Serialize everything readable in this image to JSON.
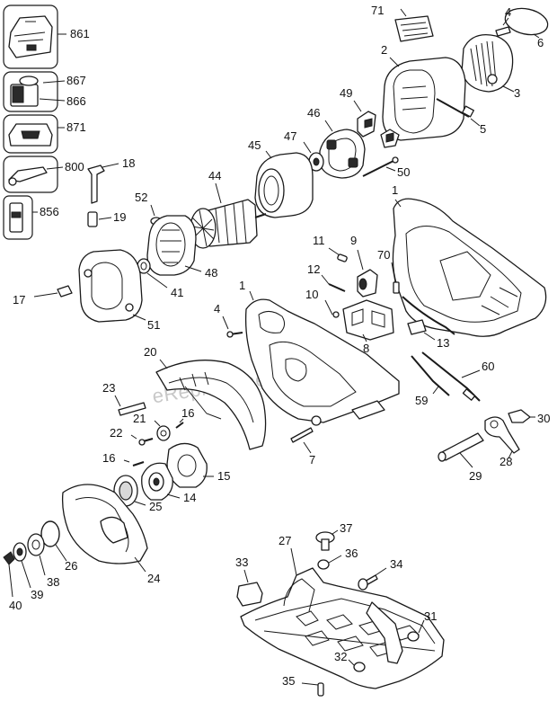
{
  "watermark": "eReplacementParts.com",
  "labels": {
    "p1a": "1",
    "p1b": "1",
    "p2": "2",
    "p3": "3",
    "p4a": "4",
    "p4b": "4",
    "p5": "5",
    "p6": "6",
    "p7": "7",
    "p8": "8",
    "p9": "9",
    "p10": "10",
    "p11": "11",
    "p12": "12",
    "p13": "13",
    "p14": "14",
    "p15": "15",
    "p16a": "16",
    "p16b": "16",
    "p17": "17",
    "p18": "18",
    "p19": "19",
    "p20": "20",
    "p21": "21",
    "p22": "22",
    "p23": "23",
    "p24": "24",
    "p25": "25",
    "p26": "26",
    "p27": "27",
    "p28": "28",
    "p29": "29",
    "p30": "30",
    "p31": "31",
    "p32": "32",
    "p33": "33",
    "p34": "34",
    "p35": "35",
    "p36": "36",
    "p37": "37",
    "p38": "38",
    "p39": "39",
    "p40": "40",
    "p41": "41",
    "p44": "44",
    "p45": "45",
    "p46": "46",
    "p47": "47",
    "p48": "48",
    "p49": "49",
    "p50": "50",
    "p51": "51",
    "p52": "52",
    "p59": "59",
    "p60": "60",
    "p70": "70",
    "p71": "71",
    "p800": "800",
    "p856": "856",
    "p861": "861",
    "p866": "866",
    "p867": "867",
    "p871": "871"
  }
}
